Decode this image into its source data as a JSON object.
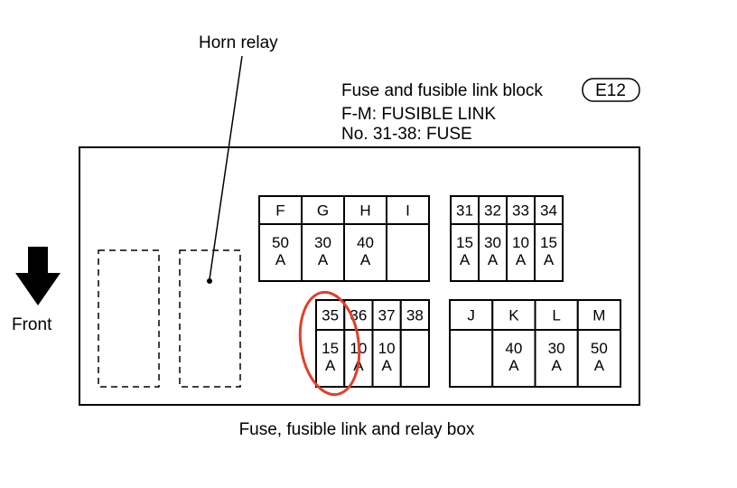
{
  "callouts": {
    "horn_relay": "Horn relay",
    "block_title": "Fuse and fusible link block",
    "connector_id": "E12",
    "fusible_link_note": "F-M: FUSIBLE LINK",
    "fuse_note": "No. 31-38: FUSE",
    "front": "Front",
    "caption": "Fuse, fusible link and relay box"
  },
  "blocks": [
    {
      "name": "fusible-link-block-fghi",
      "cells": [
        {
          "id": "F",
          "rating": [
            "50",
            "A"
          ]
        },
        {
          "id": "G",
          "rating": [
            "30",
            "A"
          ]
        },
        {
          "id": "H",
          "rating": [
            "40",
            "A"
          ]
        },
        {
          "id": "I",
          "rating": []
        }
      ]
    },
    {
      "name": "fuse-block-31-34",
      "cells": [
        {
          "id": "31",
          "rating": [
            "15",
            "A"
          ]
        },
        {
          "id": "32",
          "rating": [
            "30",
            "A"
          ]
        },
        {
          "id": "33",
          "rating": [
            "10",
            "A"
          ]
        },
        {
          "id": "34",
          "rating": [
            "15",
            "A"
          ]
        }
      ]
    },
    {
      "name": "fuse-block-35-38",
      "cells": [
        {
          "id": "35",
          "rating": [
            "15",
            "A"
          ]
        },
        {
          "id": "36",
          "rating": [
            "10",
            "A"
          ]
        },
        {
          "id": "37",
          "rating": [
            "10",
            "A"
          ]
        },
        {
          "id": "38",
          "rating": []
        }
      ]
    },
    {
      "name": "fusible-link-block-jklm",
      "cells": [
        {
          "id": "J",
          "rating": []
        },
        {
          "id": "K",
          "rating": [
            "40",
            "A"
          ]
        },
        {
          "id": "L",
          "rating": [
            "30",
            "A"
          ]
        },
        {
          "id": "M",
          "rating": [
            "50",
            "A"
          ]
        }
      ]
    }
  ],
  "highlight_color": "#e0402a"
}
